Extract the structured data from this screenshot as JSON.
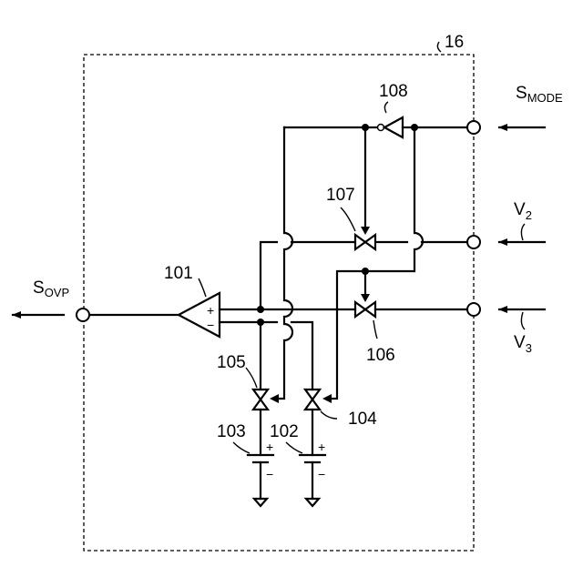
{
  "block_label": "16",
  "labels": {
    "smode": "S",
    "smode_sub": "MODE",
    "v2": "V",
    "v2_sub": "2",
    "v3": "V",
    "v3_sub": "3",
    "sovp": "S",
    "sovp_sub": "OVP"
  },
  "refs": {
    "c101": "101",
    "c102": "102",
    "c103": "103",
    "c104": "104",
    "c105": "105",
    "c106": "106",
    "c107": "107",
    "c108": "108"
  },
  "signs": {
    "comp_plus": "+",
    "comp_minus": "−",
    "cap_plus": "+",
    "cap_minus": "−"
  }
}
